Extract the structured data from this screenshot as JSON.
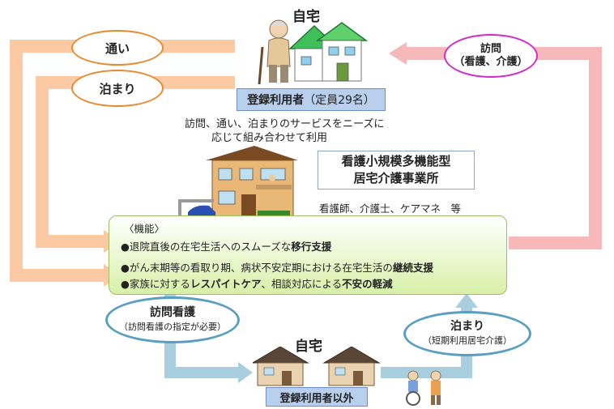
{
  "home_top": {
    "title": "自宅",
    "registered_label": "登録利用者",
    "registered_capacity": "（定員29名）",
    "description_line1": "訪問、通い、泊まりのサービスをニーズに",
    "description_line2": "応じて組み合わせて利用"
  },
  "left_services": {
    "kayoi": "通い",
    "tomari": "泊まり"
  },
  "right_service": {
    "line1": "訪問",
    "line2": "（看護、介護）"
  },
  "facility": {
    "name_line1": "看護小規模多機能型",
    "name_line2": "居宅介護事業所",
    "staff": "看護師、介護士、ケアマネ　等"
  },
  "functions": {
    "heading": "〈機能〉",
    "items": [
      {
        "bullet": "●",
        "pre": "退院直後の在宅生活へのスムーズな",
        "bold": "移行支援",
        "mid": "",
        "bold2": ""
      },
      {
        "bullet": "●",
        "pre": "がん末期等の看取り期、病状不安定期における在宅生活の",
        "bold": "継続支援",
        "mid": "",
        "bold2": ""
      },
      {
        "bullet": "●",
        "pre": "家族に対する",
        "bold": "レスパイトケア",
        "mid": "、相談対応による",
        "bold2": "不安の軽減"
      }
    ]
  },
  "bottom_left": {
    "title": "訪問看護",
    "note": "（訪問看護の指定が必要）"
  },
  "bottom_right": {
    "title": "泊まり",
    "note": "（短期利用居宅介護）"
  },
  "home_bottom": {
    "title": "自宅",
    "label": "登録利用者以外"
  },
  "colors": {
    "arrow_orange": "#fbc9a4",
    "arrow_pink": "#f6b8b8",
    "arrow_blue": "#a9cede",
    "oval_orange_border": "#e9892e",
    "oval_magenta_border": "#d42ac9",
    "oval_blue_border": "#5a9fc0",
    "box_blue": "#b8cfee"
  }
}
